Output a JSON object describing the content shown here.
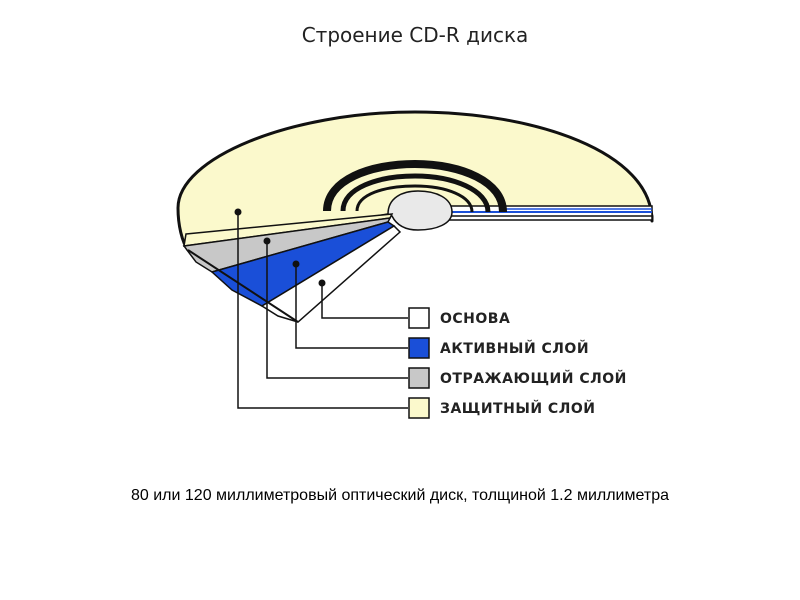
{
  "title": "Строение CD-R диска",
  "legend": [
    {
      "label": "ОСНОВА",
      "color": "#ffffff"
    },
    {
      "label": "АКТИВНЫЙ СЛОЙ",
      "color": "#1a4fd8"
    },
    {
      "label": "ОТРАЖАЮЩИЙ СЛОЙ",
      "color": "#c8c8c8"
    },
    {
      "label": "ЗАЩИТНЫЙ СЛОЙ",
      "color": "#fbf9cc"
    }
  ],
  "caption": "80 или 120 миллиметровый оптический диск, толщиной 1.2 миллиметра",
  "colors": {
    "disc_surface": "#fbf9cc",
    "outline": "#111111",
    "active_layer": "#1a4fd8",
    "reflective_layer": "#c8c8c8",
    "base": "#ffffff",
    "hub": "#e9e9e9"
  }
}
